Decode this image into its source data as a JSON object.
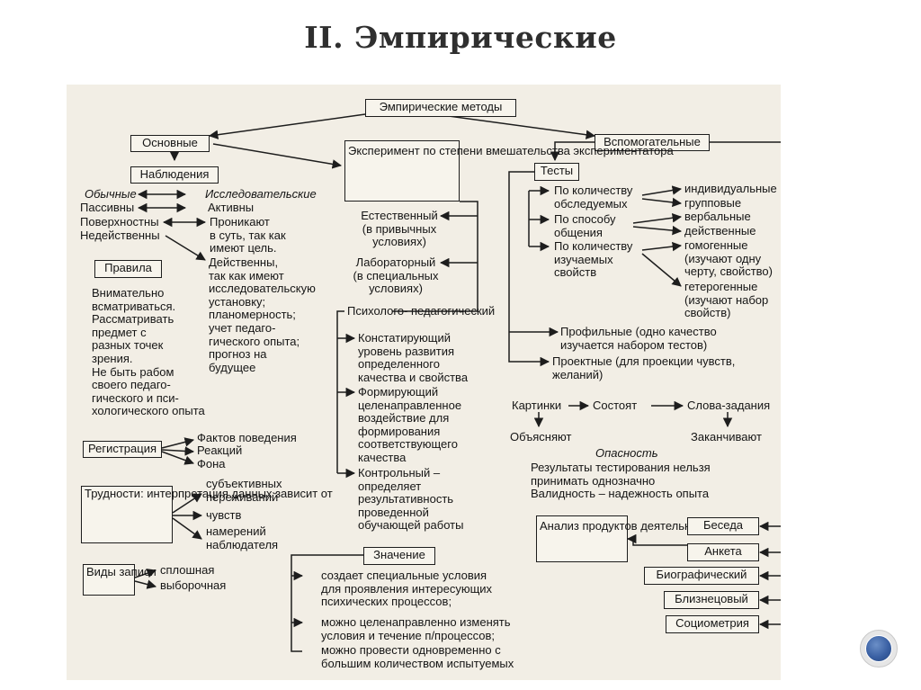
{
  "slide_title": "II. Эмпирические",
  "root": "Эмпирические методы",
  "basic": "Основные",
  "auxiliary": "Вспомогательные",
  "observation": {
    "title": "Наблюдения",
    "pairs": [
      {
        "left": "Обычные",
        "right": "Исследовательские"
      },
      {
        "left": "Пассивны",
        "right": "Активны"
      },
      {
        "left": "Поверхностны",
        "right": "Проникают\nв суть, так как\nимеют цель."
      },
      {
        "left": "Недейственны",
        "right": "Действенны,\nтак как имеют\nисследовательскую\nустановку;\nпланомерность;\nучет педаго-\nгического опыта;\nпрогноз на\nбудущее"
      }
    ]
  },
  "rules": {
    "title": "Правила",
    "text": "Внимательно\nвсматриваться.\nРассматривать\nпредмет с\nразных точек\nзрения.\nНе быть рабом\nсвоего педаго-\nгического и пси-\nхологического опыта"
  },
  "registration": {
    "title": "Регистрация",
    "items": [
      "Фактов поведения",
      "Реакций",
      "Фона"
    ]
  },
  "difficulties": {
    "title": "Трудности:\nинтерпретация\nданных\nзависит от",
    "items": [
      "субъективных\nпереживаний",
      "чувств",
      "намерений\nнаблюдателя"
    ]
  },
  "records": {
    "title": "Виды\nзаписи",
    "items": [
      "сплошная",
      "выборочная"
    ]
  },
  "experiment": {
    "title": "Эксперимент\nпо степени\nвмешательства\nэкспериментатора",
    "natural": "Естественный\n(в привычных\nусловиях)",
    "laboratory": "Лабораторный\n(в специальных\nусловиях)",
    "psychopedagogical": "Психолого-\nпедагогический",
    "stages": [
      "Констатирующий\nуровень развития\nопределенного\nкачества и свойства",
      "Формирующий\nцеленаправленное\nвоздействие для\nформирования\nсоответствующего\nкачества",
      "Контрольный –\nопределяет\nрезультативность\nпроведенной\nобучающей работы"
    ]
  },
  "meaning": {
    "title": "Значение",
    "items": [
      "создает специальные условия\nдля проявления интересующих\nпсихических процессов;",
      "можно целенаправленно изменять\nусловия и течение п/процессов;",
      "можно провести одновременно с\nбольшим количеством испытуемых"
    ]
  },
  "tests": {
    "title": "Тесты",
    "criteria": [
      "По количеству\nобследуемых",
      "По способу\nобщения",
      "По количеству\nизучаемых\nсвойств"
    ],
    "kinds": [
      "индивидуальные",
      "групповые",
      "вербальные",
      "действенные",
      "гомогенные\n(изучают одну\nчерту, свойство)",
      "гетерогенные\n(изучают набор\nсвойств)"
    ],
    "profile": "Профильные (одно качество\nизучается набором тестов)",
    "projective": "Проектные (для проекции чувств,\nжеланий)",
    "pictures": "Картинки",
    "consist": "Состоят",
    "word_tasks": "Слова-задания",
    "explain": "Объясняют",
    "finish": "Заканчивают",
    "danger_title": "Опасность",
    "danger_text": "Результаты тестирования нельзя\nпринимать однозначно\nВалидность – надежность опыта"
  },
  "auxiliary_methods": {
    "analysis": "Анализ\nпродуктов\nдеятельности",
    "items": [
      "Беседа",
      "Анкета",
      "Биографический",
      "Близнецовый",
      "Социометрия"
    ]
  }
}
